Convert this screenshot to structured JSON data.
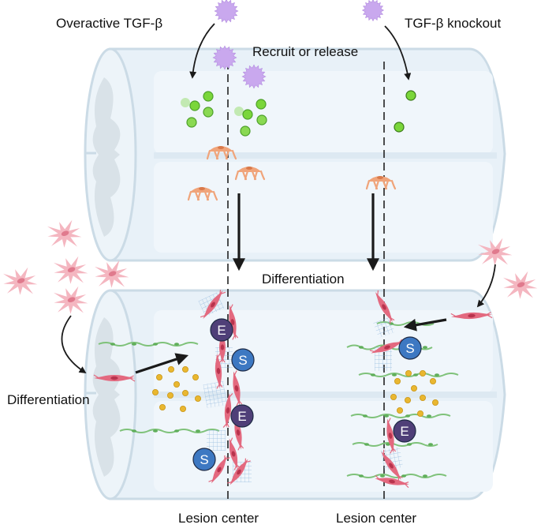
{
  "labels": {
    "overactive": "Overactive TGF-β",
    "knockout": "TGF-β knockout",
    "recruit": "Recruit or release",
    "differentiation_center": "Differentiation",
    "differentiation_left": "Differentiation",
    "lesion_left": "Lesion center",
    "lesion_right": "Lesion center"
  },
  "markers": {
    "S": "S",
    "E": "E"
  },
  "colors": {
    "cord_fill": "#e8f1f8",
    "cord_edge": "#cbdbe6",
    "grey_matter": "#d9e2e8",
    "tgf_beta": "#c9a8ee",
    "green_particle": "#7ad63a",
    "macrophage": "#f0a47a",
    "fibroblast": "#f4b6c0",
    "myofibroblast": "#e3697f",
    "yellow_dot": "#e9b730",
    "ecm_fiber": "#7fc27a",
    "S_marker": "#3d78c2",
    "E_marker": "#4f3f78",
    "arrow": "#1a1a1a"
  }
}
